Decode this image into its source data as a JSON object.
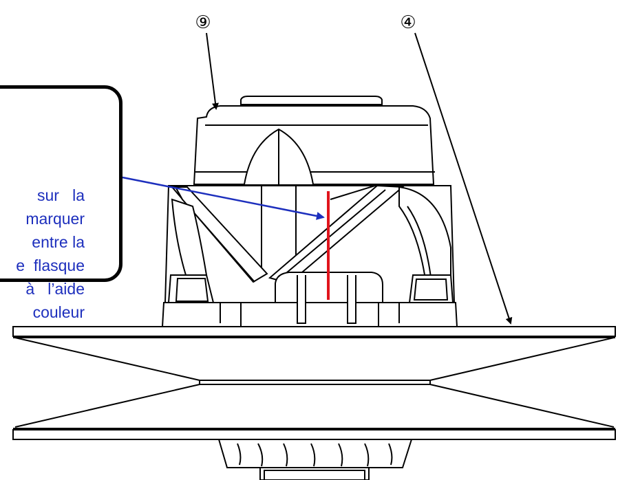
{
  "callouts": {
    "part_9": "⑨",
    "part_4": "④"
  },
  "note": {
    "lines": [
      "sur   la",
      "marquer",
      "entre la",
      "e  flasque",
      "à   l’aide",
      "couleur"
    ]
  },
  "colors": {
    "note_text": "#1d2fbd",
    "arrow_blue": "#1d2fbd",
    "mark_red": "#e0141c",
    "outline": "#000000"
  }
}
